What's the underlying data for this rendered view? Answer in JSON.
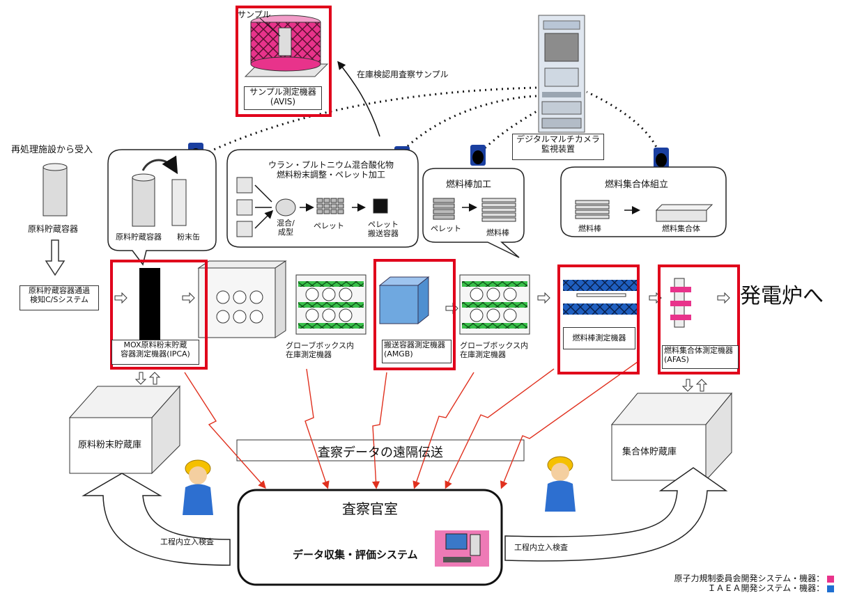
{
  "top": {
    "sample_label": "サンプル",
    "avis_label_line1": "サンプル測定機器",
    "avis_label_line2": "(AVIS)",
    "sample_flow_label": "在庫検認用査察サンプル",
    "camera_label_line1": "デジタルマルチカメラ",
    "camera_label_line2": "監視装置"
  },
  "left": {
    "receive_label": "再処理施設から受入",
    "container_label": "原料貯蔵容器",
    "transit_label_line1": "原料貯蔵容器通過",
    "transit_label_line2": "検知C/Sシステム"
  },
  "bubbles": {
    "b1": {
      "label_container": "原料貯蔵容器",
      "label_can": "粉末缶"
    },
    "b2": {
      "title_line1": "ウラン・プルトニウム混合酸化物",
      "title_line2": "燃料粉末調整・ペレット加工",
      "mix_line1": "混合/",
      "mix_line2": "成型",
      "pellet": "ペレット",
      "carrier_line1": "ペレット",
      "carrier_line2": "搬送容器"
    },
    "b3": {
      "title": "燃料棒加工",
      "pellet": "ペレット",
      "rod": "燃料棒"
    },
    "b4": {
      "title": "燃料集合体組立",
      "rod": "燃料棒",
      "assembly": "燃料集合体"
    }
  },
  "stations": {
    "ipca_line1": "MOX原料粉末貯蔵",
    "ipca_line2": "容器測定機器(IPCA)",
    "gb1_line1": "グローブボックス内",
    "gb1_line2": "在庫測定機器",
    "amgb_line1": "搬送容器測定機器",
    "amgb_line2": "(AMGB)",
    "gb2_line1": "グローブボックス内",
    "gb2_line2": "在庫測定機器",
    "rod": "燃料棒測定機器",
    "afas_line1": "燃料集合体測定機器",
    "afas_line2": "(AFAS)",
    "reactor": "発電炉へ"
  },
  "bottom": {
    "powder_storage": "原料粉末貯蔵庫",
    "assembly_storage": "集合体貯蔵庫",
    "remote_transmission": "査察データの遠隔伝送",
    "room_title": "査察官室",
    "room_system": "データ収集・評価システム",
    "inspection_left": "工程内立入検査",
    "inspection_right": "工程内立入検査"
  },
  "legend": {
    "nra": "原子力規制委員会開発システム・機器：",
    "iaea": "ＩＡＥＡ開発システム・機器：",
    "nra_color": "#e8338b",
    "iaea_color": "#1f6fd1"
  },
  "colors": {
    "highlight": "#e0001b",
    "signal": "#e0301e"
  }
}
